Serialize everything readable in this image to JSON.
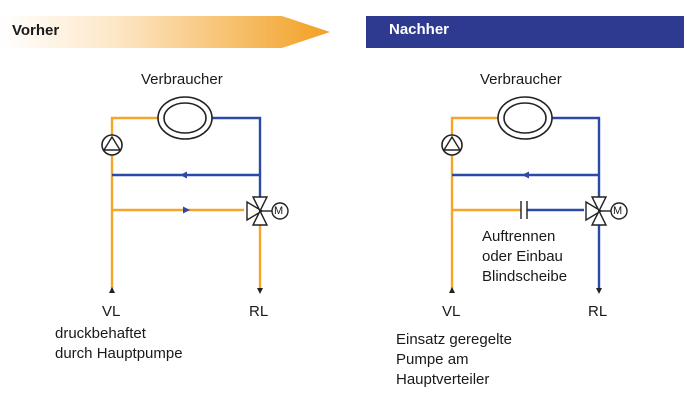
{
  "left": {
    "header": "Vorher",
    "consumer": "Verbraucher",
    "supply": "VL",
    "return": "RL",
    "note_lines": [
      "druckbehaftet",
      "durch Hauptpumpe"
    ],
    "motor": "M"
  },
  "right": {
    "header": "Nachher",
    "consumer": "Verbraucher",
    "supply": "VL",
    "return": "RL",
    "note_lines": [
      "Einsatz geregelte",
      "Pumpe am",
      "Hauptverteiler"
    ],
    "annotation_lines": [
      "Auftrennen",
      "oder Einbau",
      "Blindscheibe"
    ],
    "motor": "M"
  },
  "colors": {
    "supply_line": "#f4a62a",
    "return_line": "#2b4aa8",
    "header_bar": "#2e3a8f",
    "arrow_gradient_end": "#f2a023"
  }
}
